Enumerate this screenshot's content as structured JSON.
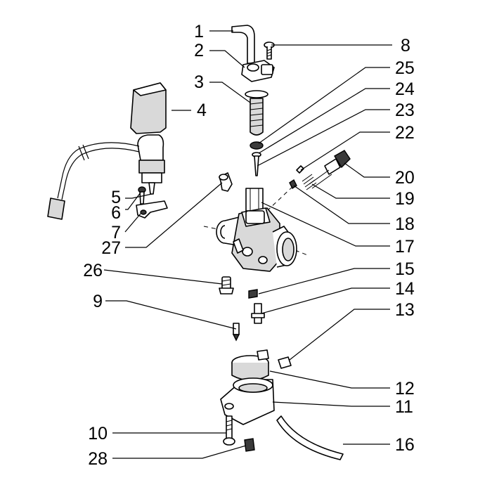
{
  "labels": {
    "l1": "1",
    "l2": "2",
    "l3": "3",
    "l4": "4",
    "l5": "5",
    "l6": "6",
    "l7": "7",
    "l8": "8",
    "l9": "9",
    "l10": "10",
    "l11": "11",
    "l12": "12",
    "l13": "13",
    "l14": "14",
    "l15": "15",
    "l16": "16",
    "l17": "17",
    "l18": "18",
    "l19": "19",
    "l20": "20",
    "l22": "22",
    "l23": "23",
    "l24": "24",
    "l25": "25",
    "l26": "26",
    "l27": "27",
    "l28": "28"
  }
}
